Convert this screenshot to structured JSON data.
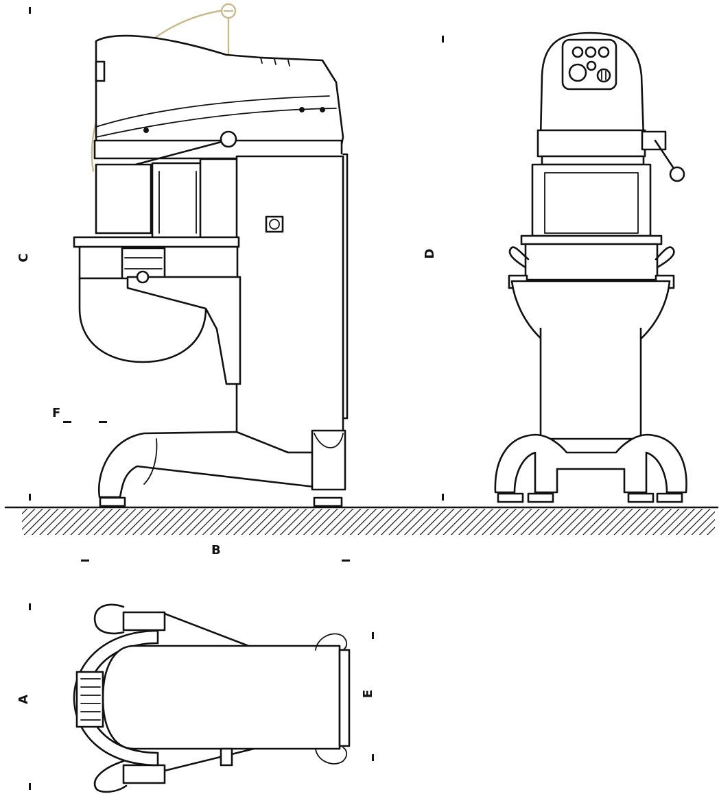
{
  "dimension_labels": {
    "a": "A",
    "b": "B",
    "c": "C",
    "d": "D",
    "e": "E",
    "f": "F"
  },
  "colors": {
    "line": "#111111",
    "lever_arc": "#c9b98a",
    "background": "#ffffff"
  },
  "views": [
    "side-view",
    "front-view",
    "top-view"
  ]
}
